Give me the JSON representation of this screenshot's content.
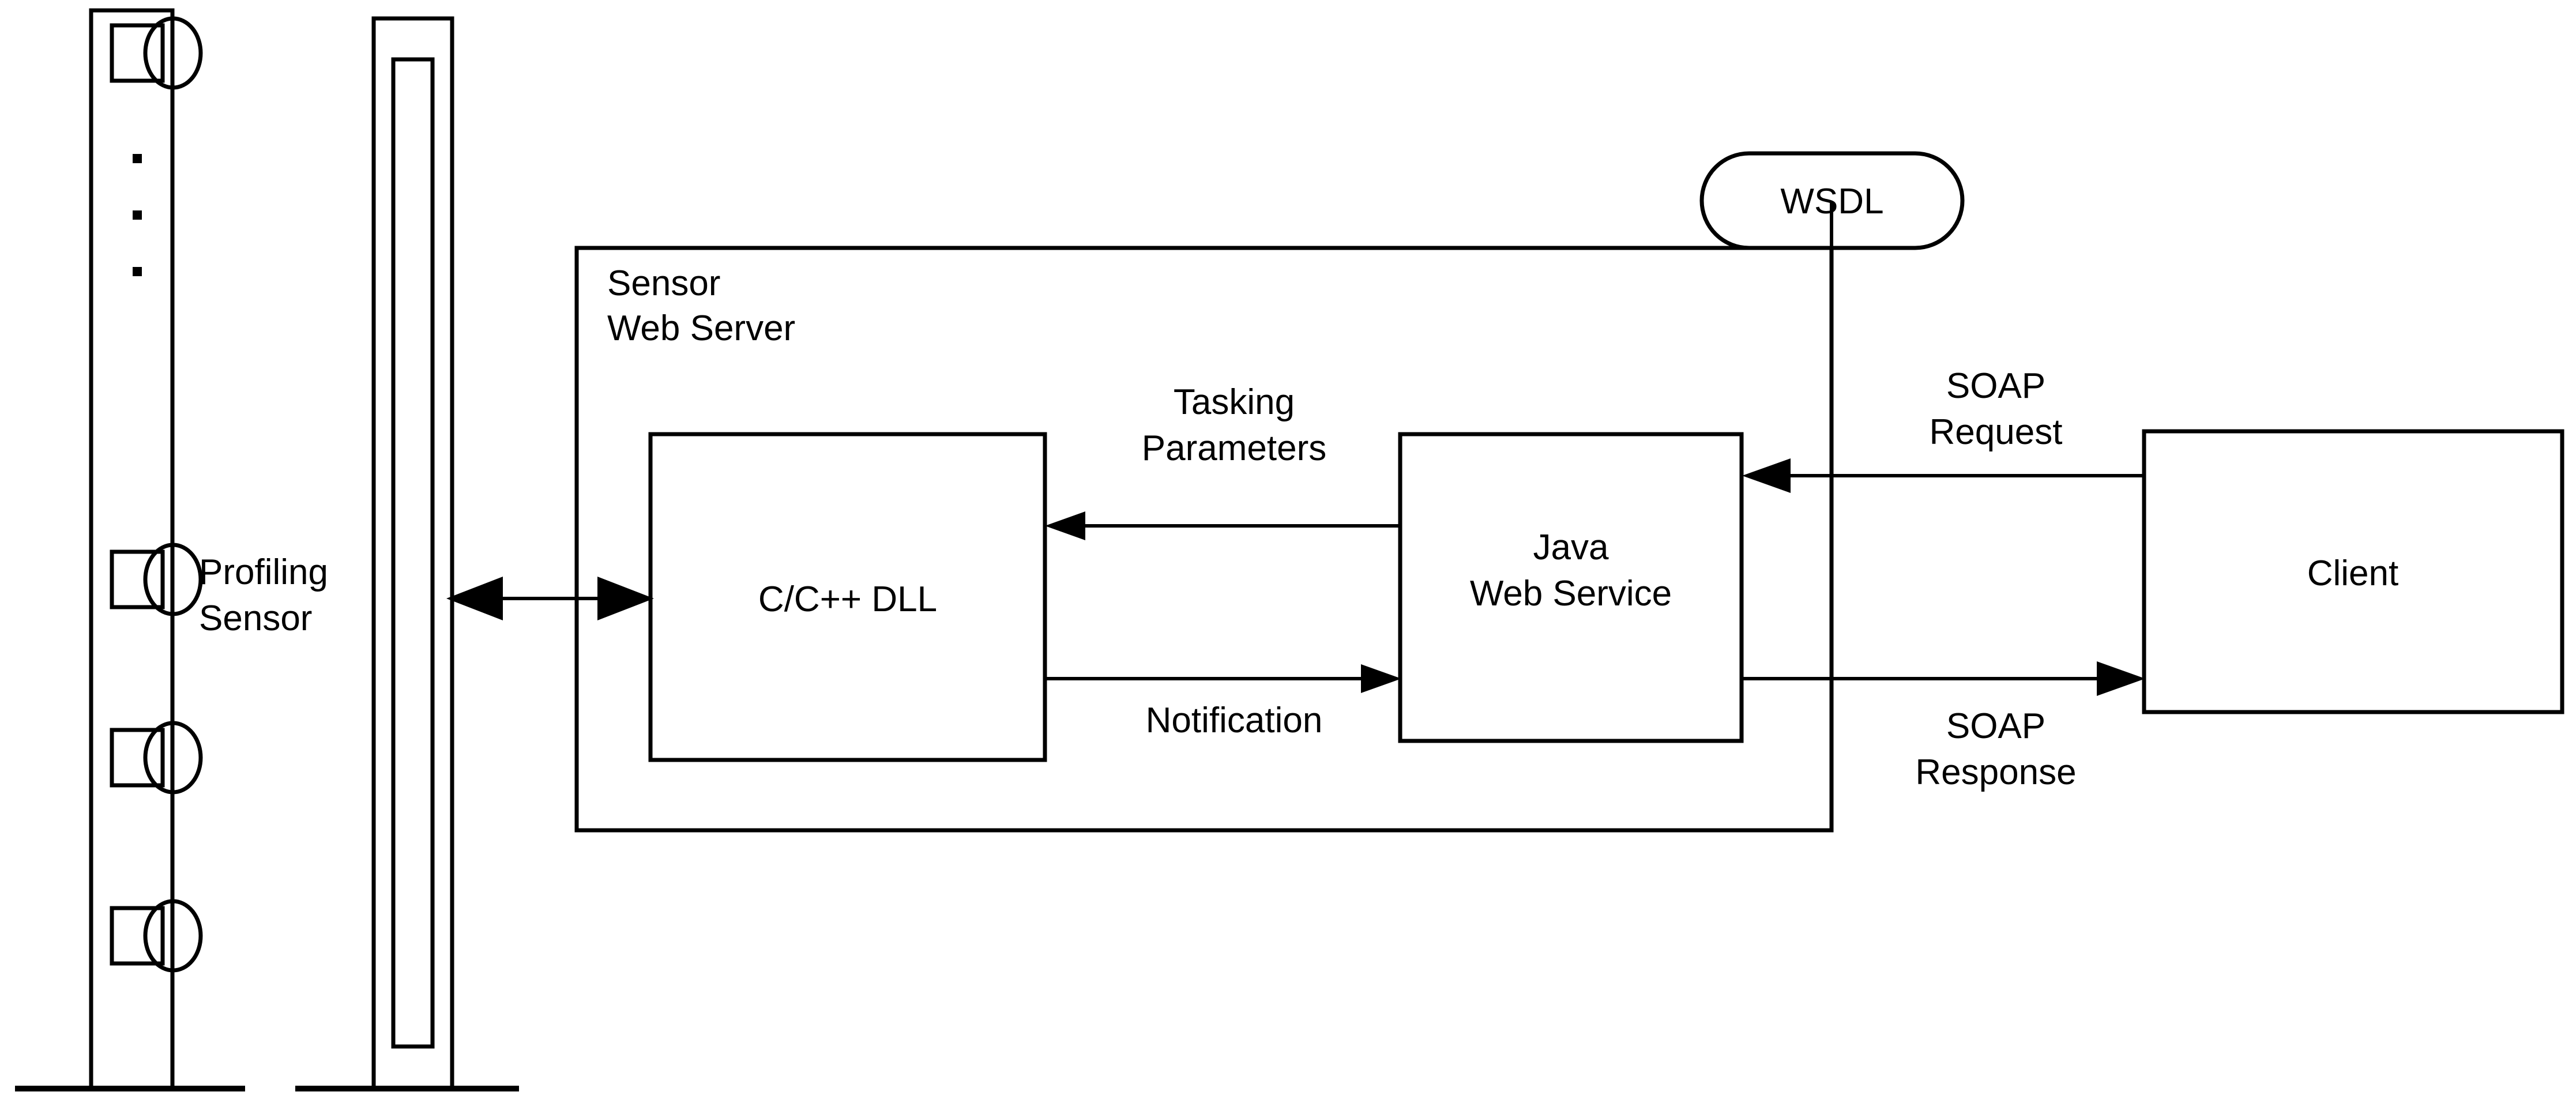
{
  "diagram": {
    "title": "Sensor Web Server Architecture",
    "background_color": "#ffffff",
    "line_color": "#000000",
    "nodes": {
      "profiling_sensor": {
        "label_line1": "Profiling",
        "label_line2": "Sensor",
        "icon": "sensor-mast-icon"
      },
      "sensor_web_server": {
        "label_line1": "Sensor",
        "label_line2": "Web Server"
      },
      "cpp_dll": {
        "label": "C/C++ DLL"
      },
      "java_web_service": {
        "label_line1": "Java",
        "label_line2": "Web Service"
      },
      "wsdl": {
        "label": "WSDL",
        "shape": "stadium"
      },
      "client": {
        "label": "Client"
      },
      "vertical_ellipsis": {
        "glyph": "·",
        "count": 3
      }
    },
    "edges": [
      {
        "id": "sensor-to-dll",
        "from": "profiling-sensor-mast",
        "to": "cpp-dll",
        "label": "",
        "direction": "bidirectional"
      },
      {
        "id": "tasking-parameters",
        "from": "java-web-service",
        "to": "cpp-dll",
        "label_line1": "Tasking",
        "label_line2": "Parameters",
        "direction": "left"
      },
      {
        "id": "notification",
        "from": "cpp-dll",
        "to": "java-web-service",
        "label_line1": "Notification",
        "label_line2": "",
        "direction": "right"
      },
      {
        "id": "soap-request",
        "from": "client",
        "to": "java-web-service",
        "label_line1": "SOAP",
        "label_line2": "Request",
        "direction": "left"
      },
      {
        "id": "soap-response",
        "from": "java-web-service",
        "to": "client",
        "label_line1": "SOAP",
        "label_line2": "Response",
        "direction": "right"
      },
      {
        "id": "wsdl-link",
        "from": "wsdl",
        "to": "soap-request-line",
        "label": "",
        "direction": "none"
      }
    ]
  }
}
